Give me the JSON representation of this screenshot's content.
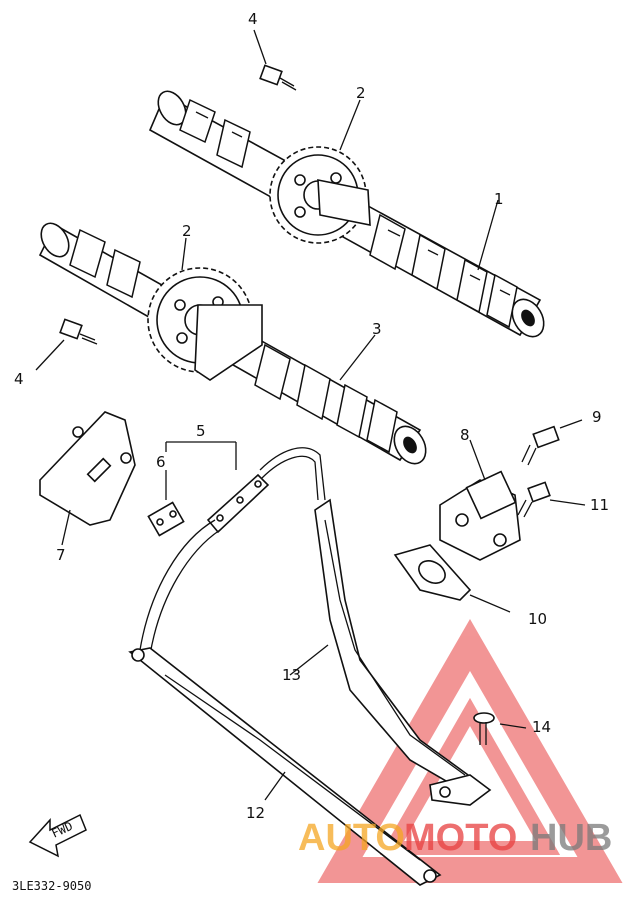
{
  "diagram": {
    "part_numbers": {
      "p1": "1",
      "p2a": "2",
      "p2b": "2",
      "p3": "3",
      "p4a": "4",
      "p4b": "4",
      "p5": "5",
      "p6": "6",
      "p7": "7",
      "p8": "8",
      "p9": "9",
      "p10": "10",
      "p11": "11",
      "p12": "12",
      "p13": "13",
      "p14": "14"
    },
    "fwd_label": "FWD",
    "drawing_code": "3LE332-9050"
  },
  "watermark": {
    "text_part1": "AUTO",
    "text_part2": "MOTO",
    "text_part3": "HUB",
    "color_orange": "#f5a623",
    "color_red": "#e84040",
    "color_gray": "#7a7a7a"
  }
}
